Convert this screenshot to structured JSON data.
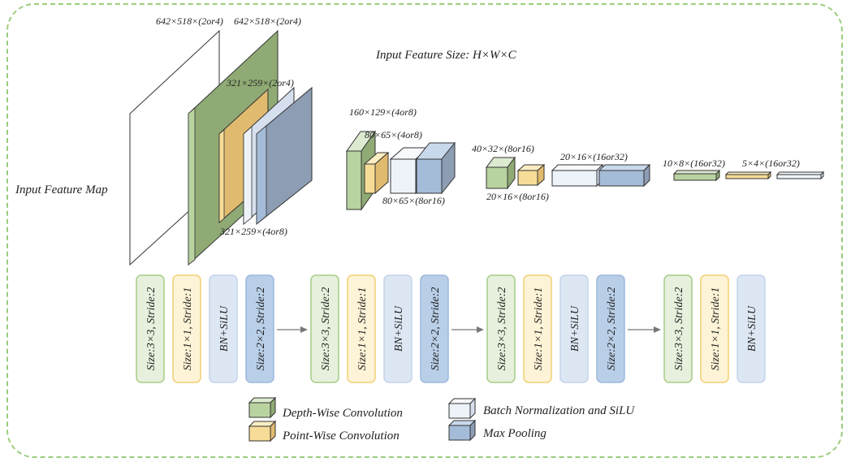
{
  "header": {
    "input_feature_map": "Input Feature Map",
    "input_feature_size": "Input Feature Size: H×W×C"
  },
  "dims": {
    "d1": "642×518×(2or4)",
    "d2": "642×518×(2or4)",
    "d3": "321×259×(2or4)",
    "d4": "321×259×(4or8)",
    "d5": "160×129×(4or8)",
    "d6": "80×65×(4or8)",
    "d7": "80×65×(8or16)",
    "d8": "40×32×(8or16)",
    "d9": "20×16×(8or16)",
    "d10": "20×16×(16or32)",
    "d11": "10×8×(16or32)",
    "d12": "5×4×(16or32)"
  },
  "pipeline": {
    "stages": [
      {
        "blocks": [
          {
            "kind": "dw",
            "label": "Size:3×3, Stride:2"
          },
          {
            "kind": "pw",
            "label": "Size:1×1, Stride:1"
          },
          {
            "kind": "bn",
            "label": "BN+SiLU"
          },
          {
            "kind": "mp",
            "label": "Size:2×2, Stride:2"
          }
        ]
      },
      {
        "blocks": [
          {
            "kind": "dw",
            "label": "Size:3×3, Stride:2"
          },
          {
            "kind": "pw",
            "label": "Size:1×1, Stride:1"
          },
          {
            "kind": "bn",
            "label": "BN+SiLU"
          },
          {
            "kind": "mp",
            "label": "Size:2×2, Stride:2"
          }
        ]
      },
      {
        "blocks": [
          {
            "kind": "dw",
            "label": "Size:3×3, Stride:2"
          },
          {
            "kind": "pw",
            "label": "Size:1×1, Stride:1"
          },
          {
            "kind": "bn",
            "label": "BN+SiLU"
          },
          {
            "kind": "mp",
            "label": "Size:2×2, Stride:2"
          }
        ]
      },
      {
        "blocks": [
          {
            "kind": "dw",
            "label": "Size:3×3, Stride:2"
          },
          {
            "kind": "pw",
            "label": "Size:1×1, Stride:1"
          },
          {
            "kind": "bn",
            "label": "BN+SiLU"
          }
        ]
      }
    ]
  },
  "legend": {
    "depthwise": "Depth-Wise Convolution",
    "pointwise": "Point-Wise Convolution",
    "bn": "Batch Normalization and SiLU",
    "maxpool": "Max Pooling"
  },
  "colors": {
    "dw_fill": "#8faa74",
    "dw_front": "#b9d3a0",
    "dw_box": "#e6f0dc",
    "dw_border": "#a6cc86",
    "pw_fill": "#e0ba6e",
    "pw_front": "#f6dc96",
    "pw_box": "#fdf3d6",
    "pw_border": "#f2cf72",
    "bn_fill": "#d5dfee",
    "bn_front": "#eef3fa",
    "bn_box": "#dde7f4",
    "bn_border": "#c3d3ea",
    "mp_fill": "#8d9db4",
    "mp_front": "#a4bcd8",
    "mp_box": "#b9cfe8",
    "mp_border": "#9cb8dc",
    "frame": "#9ccc7e"
  }
}
